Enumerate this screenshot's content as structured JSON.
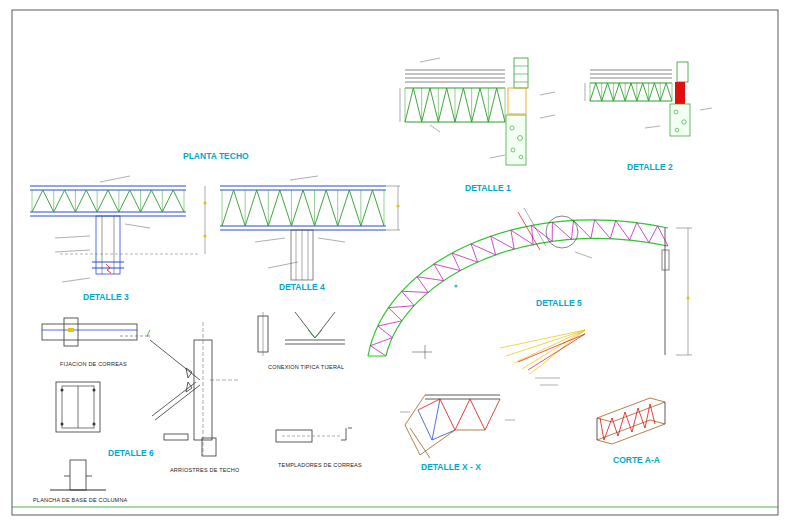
{
  "diagram": {
    "labels": [
      "PLANTA TECHO",
      "DETALLE 1",
      "DETALLE 2",
      "DETALLE 3",
      "DETALLE 4",
      "DETALLE 5",
      "FIJACION DE CORREAS",
      "CONEXION TIPICA TIJERAL",
      "DETALLE 6",
      "ARRIOSTRES DE TECHO",
      "TEMPLADORES DE CORREAS",
      "DETALLE X - X",
      "CORTE A-A",
      "PLANCHA DE BASE DE COLUMNA"
    ]
  }
}
